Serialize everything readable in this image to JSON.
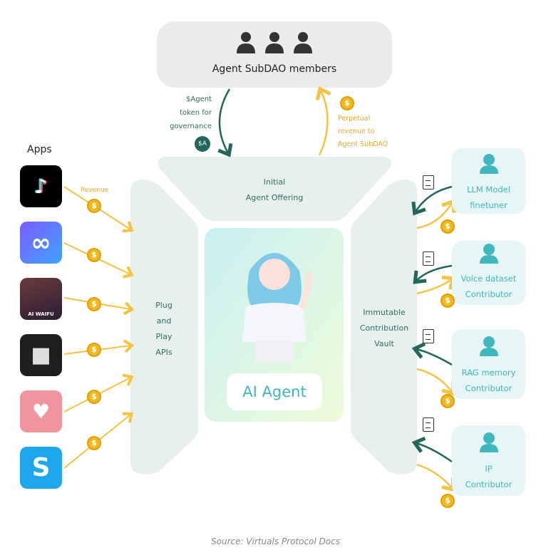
{
  "top": {
    "title": "Agent SubDAO members"
  },
  "governance": {
    "text_lines": [
      "$Agent",
      "token for",
      "governance"
    ],
    "badge": "$A"
  },
  "revenue_to_dao": {
    "text_lines": [
      "Perpetual",
      "revenue to",
      "Agent SubDAO"
    ],
    "coin": "$"
  },
  "offering": {
    "lines": [
      "Initial",
      "Agent Offering"
    ]
  },
  "apps": {
    "heading": "Apps",
    "revenue_label": "Revenue",
    "items": [
      {
        "name": "tiktok",
        "glyph": "♪",
        "color": "#000000"
      },
      {
        "name": "infinity",
        "glyph": "∞",
        "color": "#4d7cff"
      },
      {
        "name": "ai-waifu",
        "glyph": "AI WAIFU",
        "color": "#3a2a3e"
      },
      {
        "name": "roblox",
        "glyph": "■",
        "color": "#222222"
      },
      {
        "name": "heart-app",
        "glyph": "♥",
        "color": "#f0949e"
      },
      {
        "name": "sandbox",
        "glyph": "S",
        "color": "#1ea7ea"
      }
    ]
  },
  "left_panel": {
    "lines": [
      "Plug",
      "and",
      "Play",
      "APIs"
    ]
  },
  "center": {
    "label": "AI Agent"
  },
  "right_panel": {
    "lines": [
      "Immutable",
      "Contribution",
      "Vault"
    ]
  },
  "contributors": [
    {
      "lines": [
        "LLM Model",
        "finetuner"
      ]
    },
    {
      "lines": [
        "Voice dataset",
        "Contributor"
      ]
    },
    {
      "lines": [
        "RAG memory",
        "Contributor"
      ]
    },
    {
      "lines": [
        "IP",
        "Contributor"
      ]
    }
  ],
  "caption": "Source: Virtuals Protocol Docs",
  "colors": {
    "teal_dark": "#23665a",
    "yellow": "#f5c342",
    "cyan": "#3fb7bf",
    "panel": "#e8f0ee"
  }
}
